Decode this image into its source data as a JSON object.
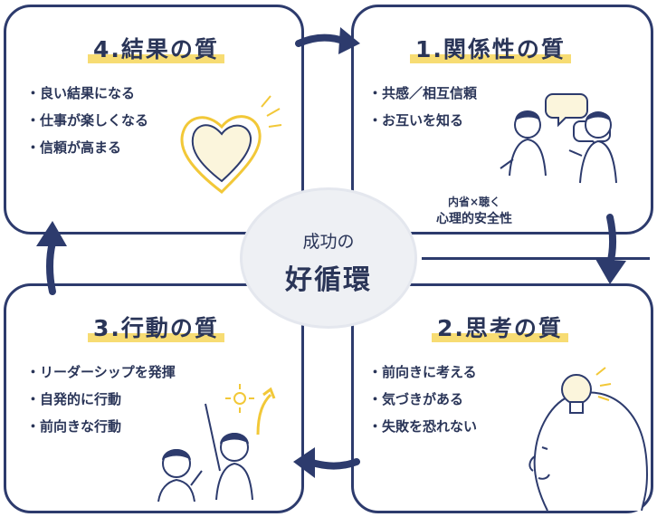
{
  "panels": {
    "result": {
      "title": "4.結果の質",
      "items": [
        "良い結果になる",
        "仕事が楽しくなる",
        "信頼が高まる"
      ]
    },
    "relationship": {
      "title": "1.関係性の質",
      "items": [
        "共感／相互信頼",
        "お互いを知る"
      ]
    },
    "action": {
      "title": "3.行動の質",
      "items": [
        "リーダーシップを発揮",
        "自発的に行動",
        "前向きな行動"
      ]
    },
    "thinking": {
      "title": "2.思考の質",
      "items": [
        "前向きに考える",
        "気づきがある",
        "失敗を恐れない"
      ]
    }
  },
  "center": {
    "line1": "成功の",
    "line2": "好循環"
  },
  "hint": {
    "line1": "内省×聴く",
    "line2": "心理的安全性"
  },
  "colors": {
    "navy": "#2d3b6d",
    "highlight": "#f7dc73",
    "center_bg": "#eef0f4"
  },
  "icons": [
    "heart-icon",
    "conversation-icon",
    "lightbulb-icon",
    "raised-hands-icon"
  ]
}
